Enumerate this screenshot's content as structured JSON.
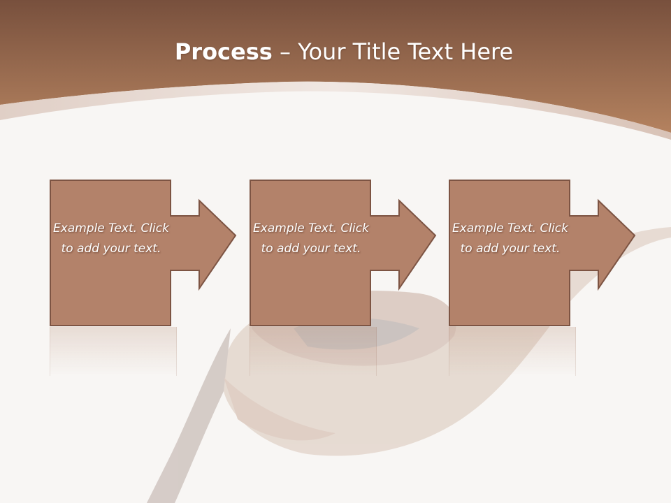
{
  "slide": {
    "title_bold": "Process",
    "title_rest": " – Your Title Text Here",
    "steps": [
      {
        "text": "Example Text. Click  to add your text."
      },
      {
        "text": "Example Text. Click  to add your text."
      },
      {
        "text": "Example Text. Click  to add your text."
      }
    ]
  },
  "colors": {
    "header_top": "#7a5440",
    "header_bottom": "#b07d5e",
    "step_fill": "#b3826a",
    "step_border": "#7d5443"
  }
}
